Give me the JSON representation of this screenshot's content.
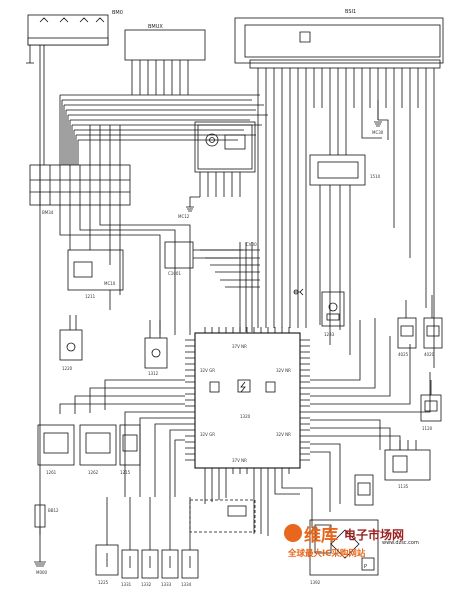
{
  "labels": {
    "bm_top": "BM0",
    "bmux": "BMUX",
    "bsi": "BSI1",
    "cv00": "CV00",
    "ecu_center": "1320",
    "bm_block_left": "BM34",
    "comp_1211": "1211",
    "comp_1510": "1510",
    "comp_1233": "1233",
    "comp_1220": "1220",
    "comp_1312": "1312",
    "comp_1261": "1261",
    "comp_1262": "1262",
    "comp_1215": "1215",
    "comp_1225": "1225",
    "comp_1331": "1331",
    "comp_1332": "1332",
    "comp_1333": "1333",
    "comp_1334": "1334",
    "comp_4025": "4025",
    "comp_4020": "4020",
    "comp_1120": "1120",
    "comp_1135": "1135",
    "comp_1392": "1392",
    "fuse_bb12": "BB12",
    "ground_m000": "M000",
    "mc12": "MC12",
    "mc30": "MC30",
    "mc10": "MC10",
    "c1001": "C1001",
    "v37_top": "37V NR",
    "v37_bottom": "37V NR",
    "v32_left": "32V GR",
    "v32_right": "32V NR",
    "v32_left2": "32V GR",
    "v32_right2": "32V NR",
    "p_symbol": "P"
  },
  "watermark": {
    "cn_main": "维库",
    "cn_sub": "电子市场网",
    "url": "www.dzsc.com",
    "slogan": "全球最大IC采购网站",
    "accent_color": "#e8671c",
    "dark_color": "#9a1f1f"
  }
}
